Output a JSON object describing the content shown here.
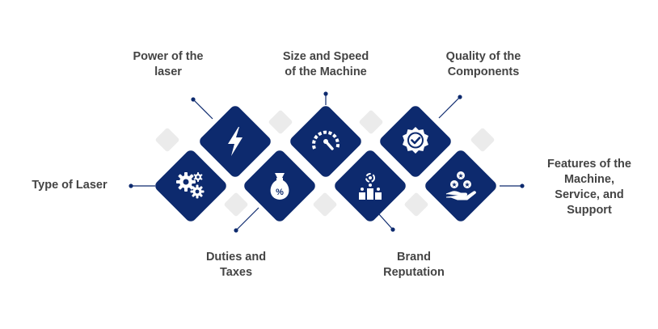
{
  "colors": {
    "diamond": "#0d2a6e",
    "ghost": "#ebebeb",
    "label": "#444444",
    "background": "#ffffff"
  },
  "factors": [
    {
      "id": "type-of-laser",
      "icon": "gears-icon",
      "label_lines": [
        "Type of Laser"
      ]
    },
    {
      "id": "power-of-the-laser",
      "icon": "lightning-icon",
      "label_lines": [
        "Power of the",
        "laser"
      ]
    },
    {
      "id": "duties-and-taxes",
      "icon": "money-bag-icon",
      "label_lines": [
        "Duties and",
        "Taxes"
      ]
    },
    {
      "id": "size-and-speed",
      "icon": "speedometer-icon",
      "label_lines": [
        "Size and Speed",
        "of the Machine"
      ]
    },
    {
      "id": "brand-reputation",
      "icon": "podium-icon",
      "label_lines": [
        "Brand",
        "Reputation"
      ]
    },
    {
      "id": "quality-of-components",
      "icon": "quality-badge-icon",
      "label_lines": [
        "Quality of the",
        "Components"
      ]
    },
    {
      "id": "features-service-support",
      "icon": "hand-stars-icon",
      "label_lines": [
        "Features of the",
        "Machine,",
        "Service, and",
        "Support"
      ]
    }
  ]
}
